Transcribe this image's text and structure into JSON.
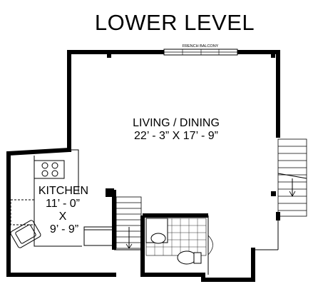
{
  "plan": {
    "title": "LOWER LEVEL",
    "balcony_label": "FRENCH BALCONY",
    "living": {
      "name": "LIVING / DINING",
      "dims": "22’ - 3” X 17’ - 9”"
    },
    "kitchen": {
      "name": "KITCHEN",
      "dim1": "11’ - 0”",
      "sep": "X",
      "dim2": "9’ - 9”"
    }
  }
}
